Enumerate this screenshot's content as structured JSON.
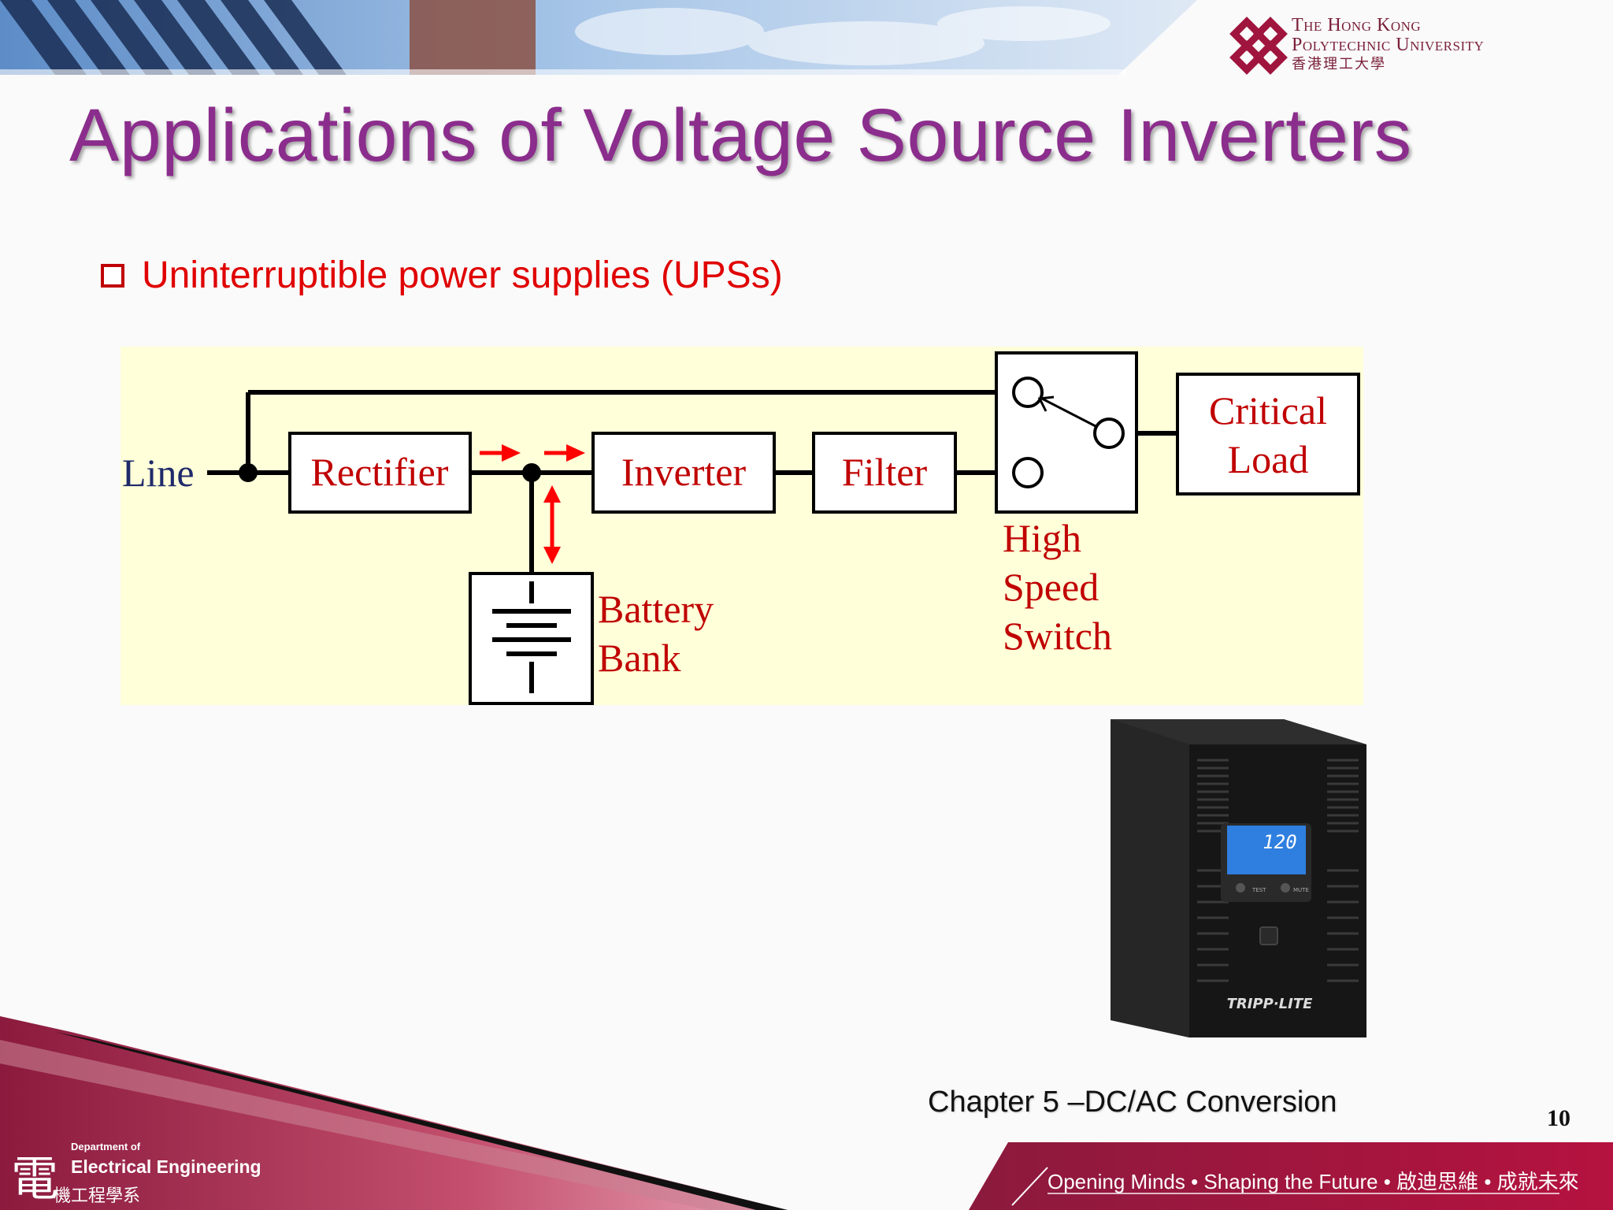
{
  "header": {
    "university_line1": "The Hong Kong",
    "university_line2": "Polytechnic University",
    "university_cn": "香港理工大學"
  },
  "title": "Applications of Voltage Source Inverters",
  "bullet": "Uninterruptible power supplies (UPSs)",
  "diagram": {
    "line_label": "Line",
    "rectifier": "Rectifier",
    "inverter": "Inverter",
    "filter": "Filter",
    "critical_load_line1": "Critical",
    "critical_load_line2": "Load",
    "battery_line1": "Battery",
    "battery_line2": "Bank",
    "switch_line1": "High",
    "switch_line2": "Speed",
    "switch_line3": "Switch"
  },
  "ups_device": {
    "display_value": "120",
    "brand": "TRIPP·LITE",
    "button_test": "TEST",
    "button_mute": "MUTE"
  },
  "footer": {
    "chapter": "Chapter 5 –DC/AC Conversion",
    "page_number": "10",
    "dept_small": "Department of",
    "dept_name": "Electrical Engineering",
    "dept_cn": "機工程學系",
    "dept_glyph": "電",
    "slogan": "Opening Minds • Shaping the Future • 啟迪思維 • 成就未來"
  },
  "colors": {
    "title": "#8b2d8c",
    "bullet": "#e00000",
    "diagram_bg": "#ffffd9",
    "label_red": "#c00000",
    "label_navy": "#1f2a6b",
    "brand_maroon": "#a0153e"
  }
}
